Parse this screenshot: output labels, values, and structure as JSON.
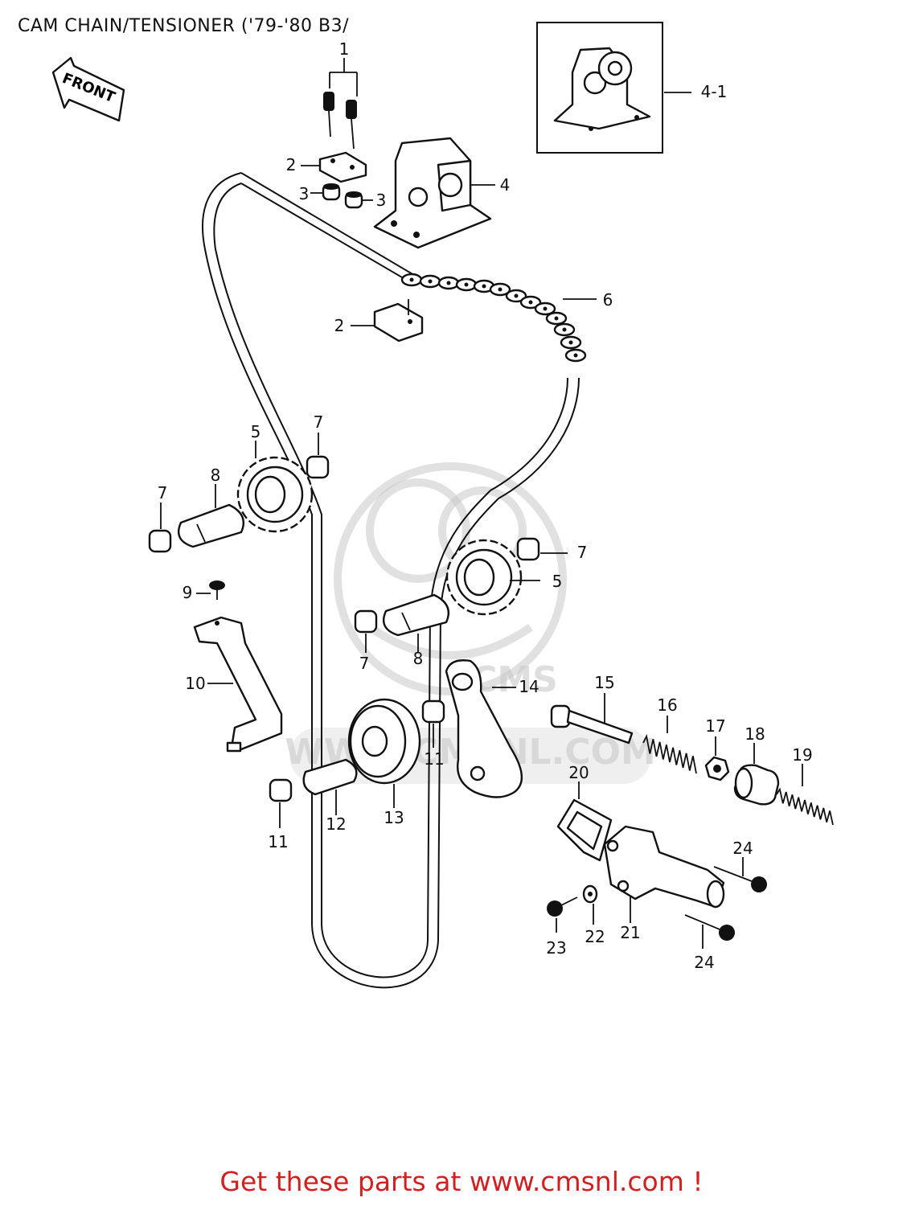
{
  "title": "CAM CHAIN/TENSIONER ('79-'80 B3/",
  "front_arrow_label": "FRONT",
  "watermark_text": "WWW.CMSNL.COM",
  "watermark_logo": "CMS",
  "footer": "Get these parts at www.cmsnl.com !",
  "footer_color": "#d21f1f",
  "callouts": [
    {
      "id": "callout-1",
      "text": "1"
    },
    {
      "id": "callout-2-top",
      "text": "2"
    },
    {
      "id": "callout-3-left",
      "text": "3"
    },
    {
      "id": "callout-3-right",
      "text": "3"
    },
    {
      "id": "callout-4",
      "text": "4"
    },
    {
      "id": "callout-4-1",
      "text": "4-1"
    },
    {
      "id": "callout-6",
      "text": "6"
    },
    {
      "id": "callout-2-bottom",
      "text": "2"
    },
    {
      "id": "callout-5-upper",
      "text": "5"
    },
    {
      "id": "callout-7-top",
      "text": "7"
    },
    {
      "id": "callout-7-left",
      "text": "7"
    },
    {
      "id": "callout-8-upper",
      "text": "8"
    },
    {
      "id": "callout-7-right",
      "text": "7"
    },
    {
      "id": "callout-5-lower",
      "text": "5"
    },
    {
      "id": "callout-9",
      "text": "9"
    },
    {
      "id": "callout-7-middle",
      "text": "7"
    },
    {
      "id": "callout-8-lower",
      "text": "8"
    },
    {
      "id": "callout-10",
      "text": "10"
    },
    {
      "id": "callout-14",
      "text": "14"
    },
    {
      "id": "callout-15",
      "text": "15"
    },
    {
      "id": "callout-16",
      "text": "16"
    },
    {
      "id": "callout-17",
      "text": "17"
    },
    {
      "id": "callout-18",
      "text": "18"
    },
    {
      "id": "callout-19",
      "text": "19"
    },
    {
      "id": "callout-11-upper",
      "text": "11"
    },
    {
      "id": "callout-20",
      "text": "20"
    },
    {
      "id": "callout-12",
      "text": "12"
    },
    {
      "id": "callout-13",
      "text": "13"
    },
    {
      "id": "callout-11-lower",
      "text": "11"
    },
    {
      "id": "callout-24-upper",
      "text": "24"
    },
    {
      "id": "callout-23",
      "text": "23"
    },
    {
      "id": "callout-22",
      "text": "22"
    },
    {
      "id": "callout-21",
      "text": "21"
    },
    {
      "id": "callout-24-lower",
      "text": "24"
    }
  ]
}
